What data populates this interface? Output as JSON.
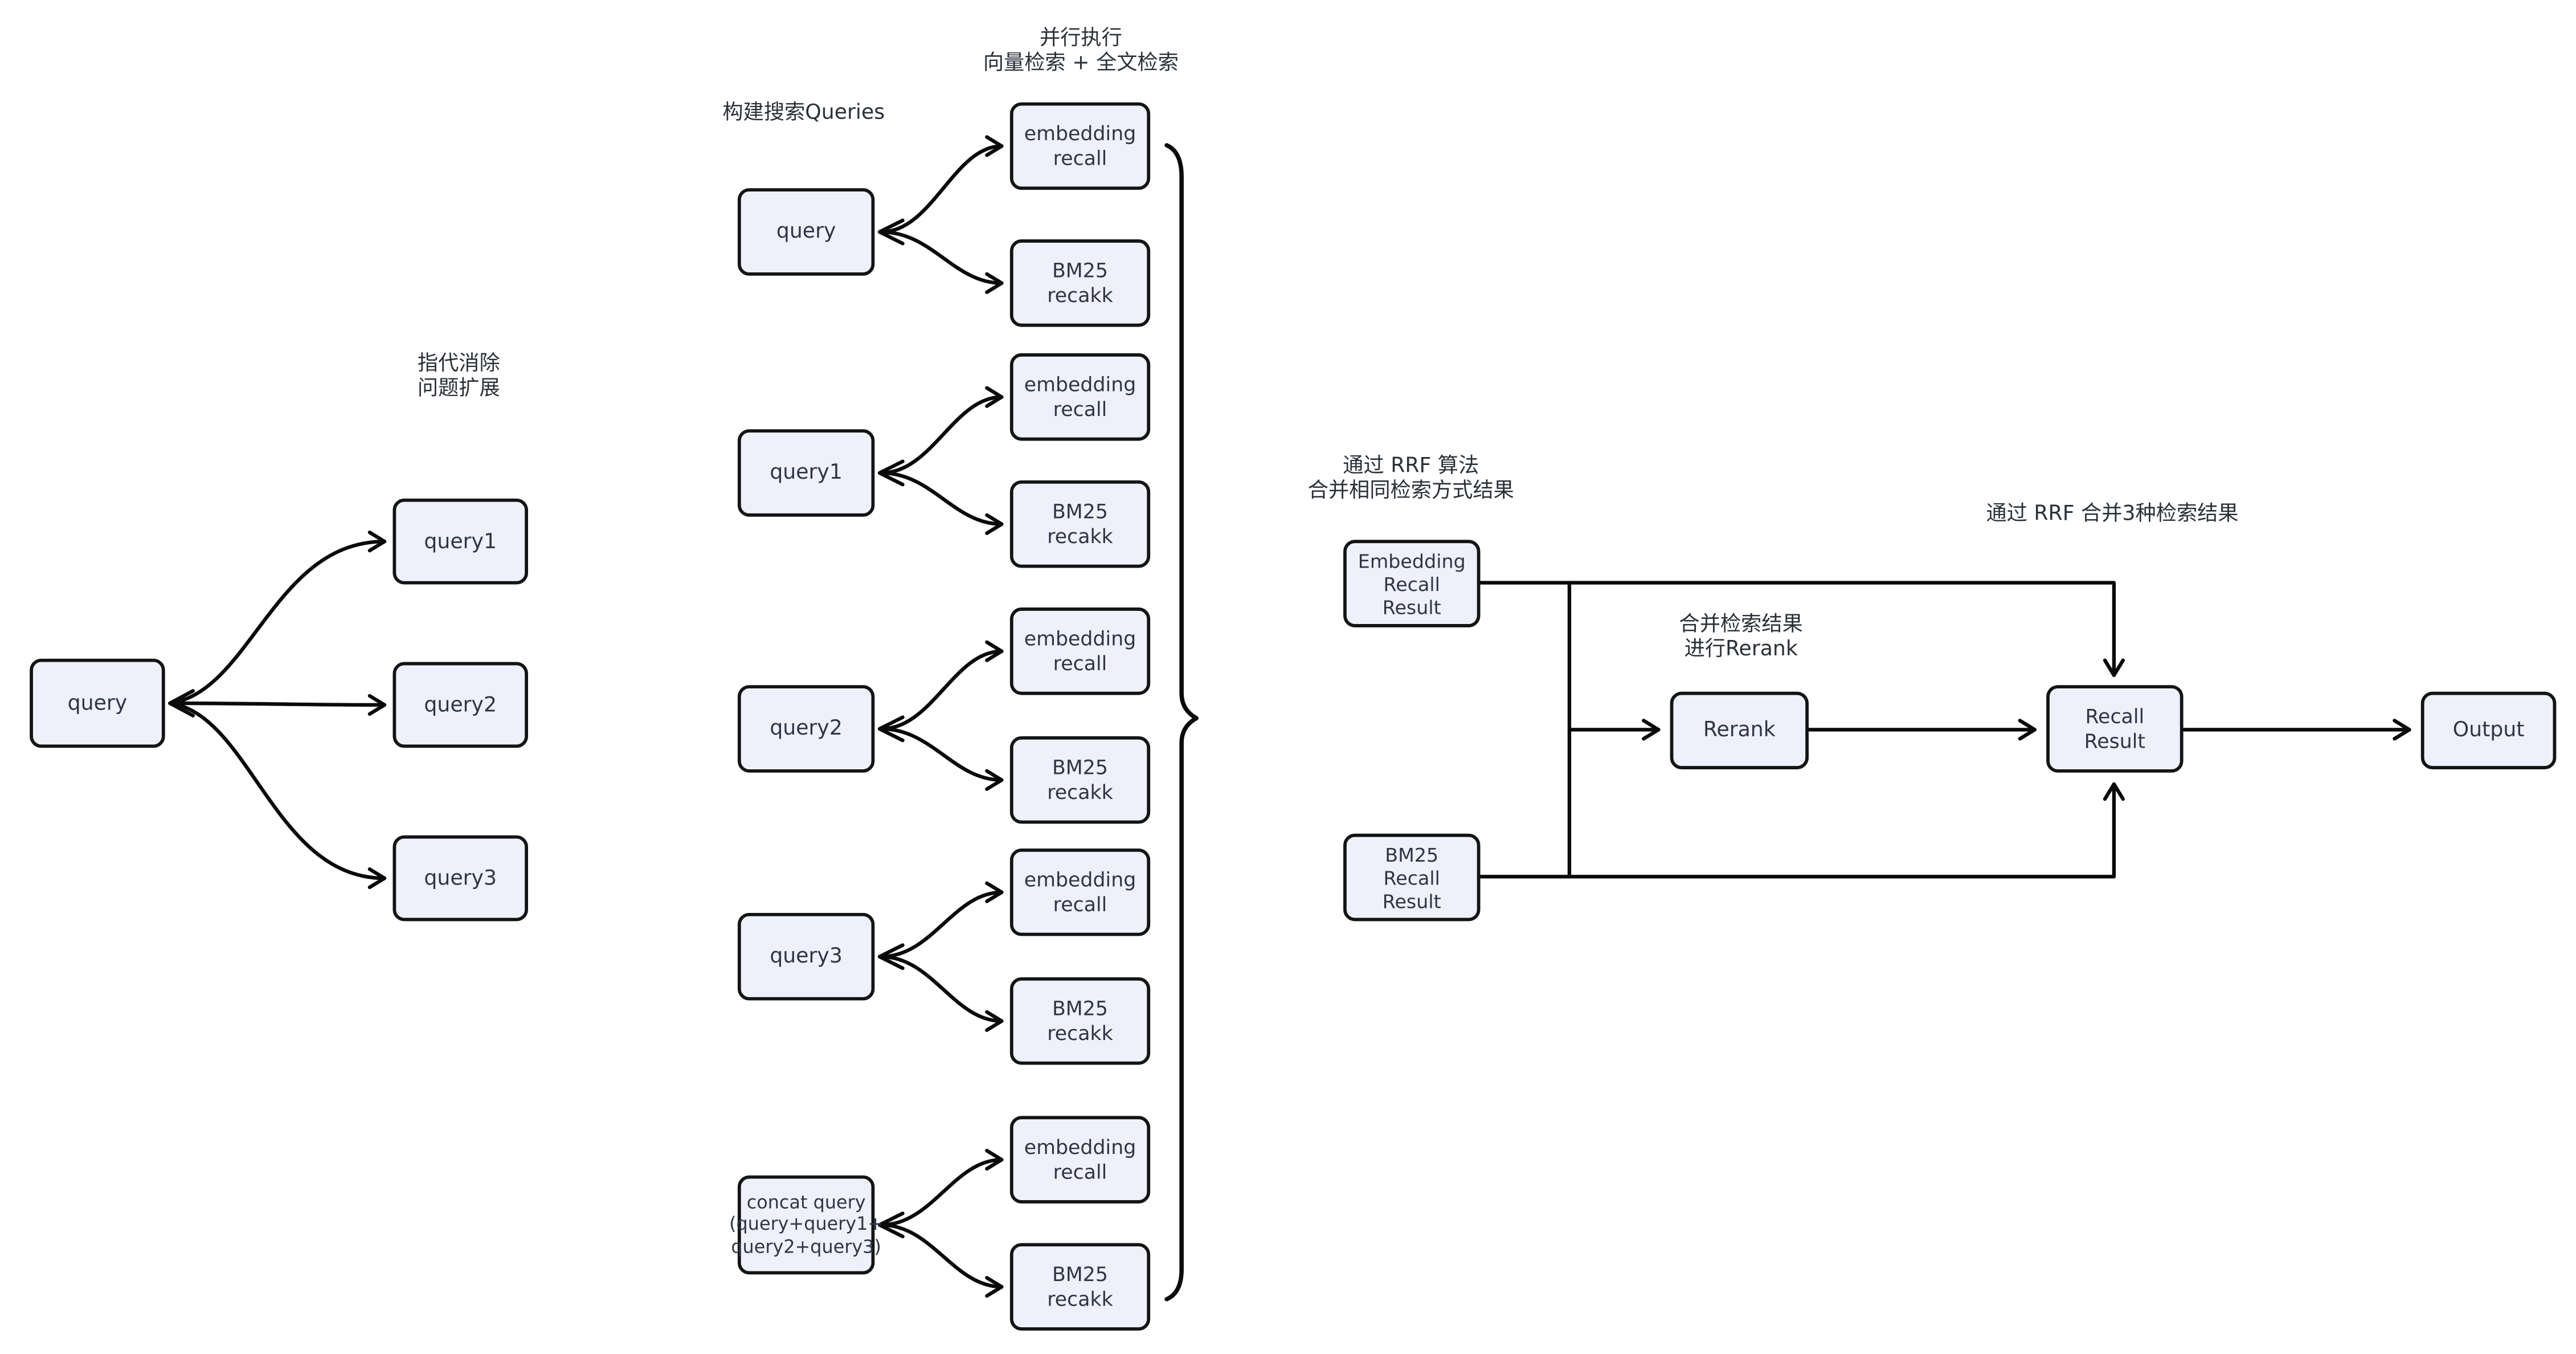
{
  "diagram": {
    "background_color": "#ffffff",
    "node_fill_color": "#eef1fb",
    "node_border_color": "#141414",
    "edge_color": "#0a0a0a",
    "text_color": "#2f3545"
  },
  "labels": {
    "parallel_execution": "并行执行\n向量检索 + 全文检索",
    "build_queries": "构建搜索Queries",
    "coreference_expansion": "指代消除\n问题扩展",
    "rrf_merge_same_method": "通过 RRF 算法\n合并相同检索方式结果",
    "merge_and_rerank": "合并检索结果\n进行Rerank",
    "rrf_merge_three": "通过 RRF 合并3种检索结果"
  },
  "nodes": {
    "query": "query",
    "query1": "query1",
    "query2": "query2",
    "query3": "query3",
    "concat_query": "concat query\n(query+query1+\nquery2+query3)",
    "embedding_recall": "embedding\nrecall",
    "bm25_recall": "BM25\nrecakk",
    "embedding_recall_result": "Embedding\nRecall\nResult",
    "bm25_recall_result": "BM25\nRecall\nResult",
    "rerank": "Rerank",
    "recall_result": "Recall\nResult",
    "output": "Output"
  }
}
